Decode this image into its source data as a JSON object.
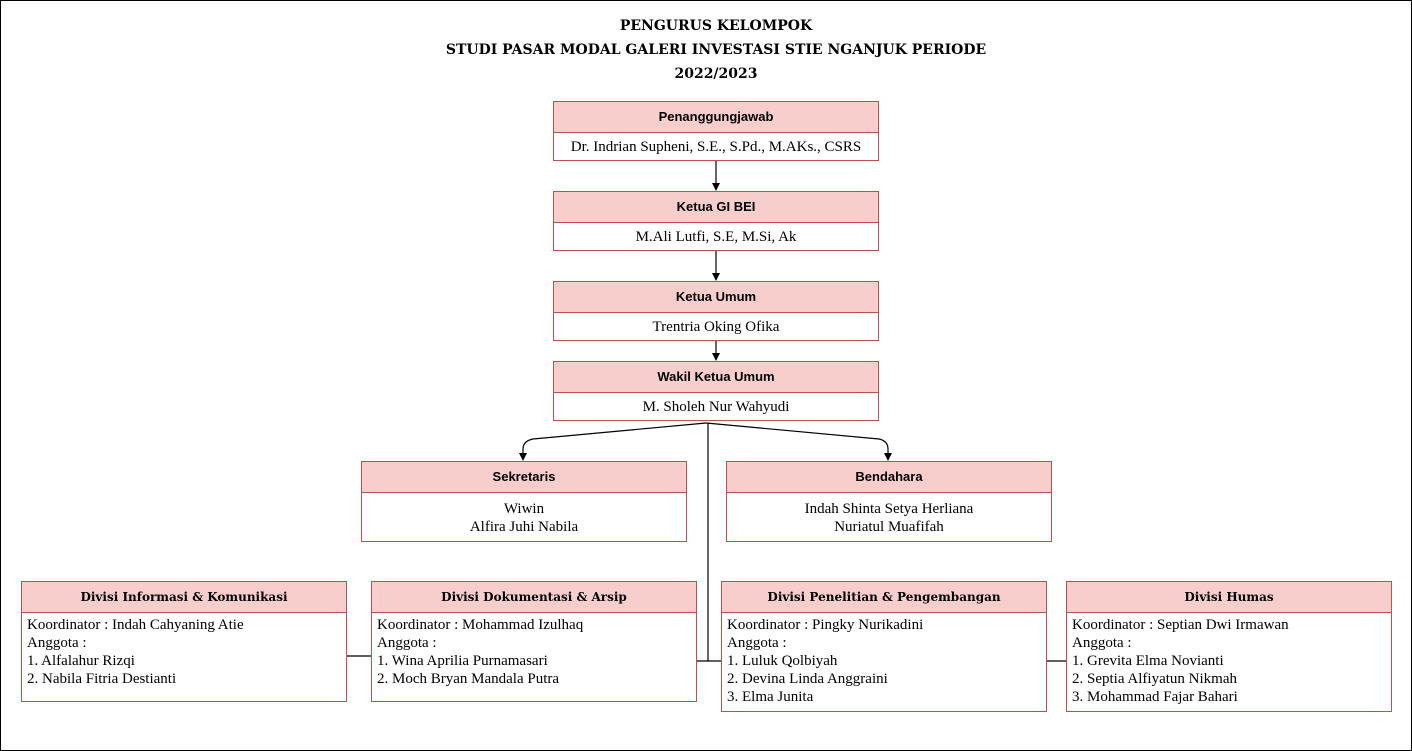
{
  "title": {
    "line1": "PENGURUS KELOMPOK",
    "line2": "STUDI PASAR MODAL GALERI INVESTASI STIE NGANJUK PERIODE",
    "line3": "2022/2023"
  },
  "penanggungjawab": {
    "role": "Penanggungjawab",
    "name": "Dr. Indrian Supheni, S.E., S.Pd., M.AKs., CSRS"
  },
  "ketua_gi_bei": {
    "role": "Ketua GI BEI",
    "name": "M.Ali Lutfi, S.E, M.Si, Ak"
  },
  "ketua_umum": {
    "role": "Ketua Umum",
    "name": "Trentria Oking Ofika"
  },
  "wakil_ketua_umum": {
    "role": "Wakil Ketua Umum",
    "name": "M. Sholeh Nur Wahyudi"
  },
  "sekretaris": {
    "role": "Sekretaris",
    "members": [
      "Wiwin",
      "Alfira Juhi Nabila"
    ]
  },
  "bendahara": {
    "role": "Bendahara",
    "members": [
      "Indah Shinta Setya Herliana",
      "Nuriatul Muafifah"
    ]
  },
  "divisions": [
    {
      "title": "Divisi Informasi & Komunikasi",
      "koordinator": "Koordinator : Indah Cahyaning Atie",
      "anggota_label": "Anggota :",
      "members": [
        "1. Alfalahur Rizqi",
        "2. Nabila Fitria Destianti"
      ]
    },
    {
      "title": "Divisi Dokumentasi & Arsip",
      "koordinator": "Koordinator : Mohammad Izulhaq",
      "anggota_label": "Anggota :",
      "members": [
        "1. Wina Aprilia Purnamasari",
        "2. Moch Bryan Mandala Putra"
      ]
    },
    {
      "title": "Divisi Penelitian & Pengembangan",
      "koordinator": "Koordinator : Pingky Nurikadini",
      "anggota_label": "Anggota :",
      "members": [
        "1. Luluk Qolbiyah",
        "2. Devina Linda Anggraini",
        "3. Elma Junita"
      ]
    },
    {
      "title": "Divisi Humas",
      "koordinator": "Koordinator : Septian Dwi Irmawan",
      "anggota_label": "Anggota :",
      "members": [
        "1. Grevita Elma Novianti",
        "2. Septia Alfiyatun Nikmah",
        "3. Mohammad Fajar Bahari"
      ]
    }
  ],
  "colors": {
    "header_fill": "#f8cecc",
    "box_border": "#b85450",
    "connector": "#000000"
  }
}
